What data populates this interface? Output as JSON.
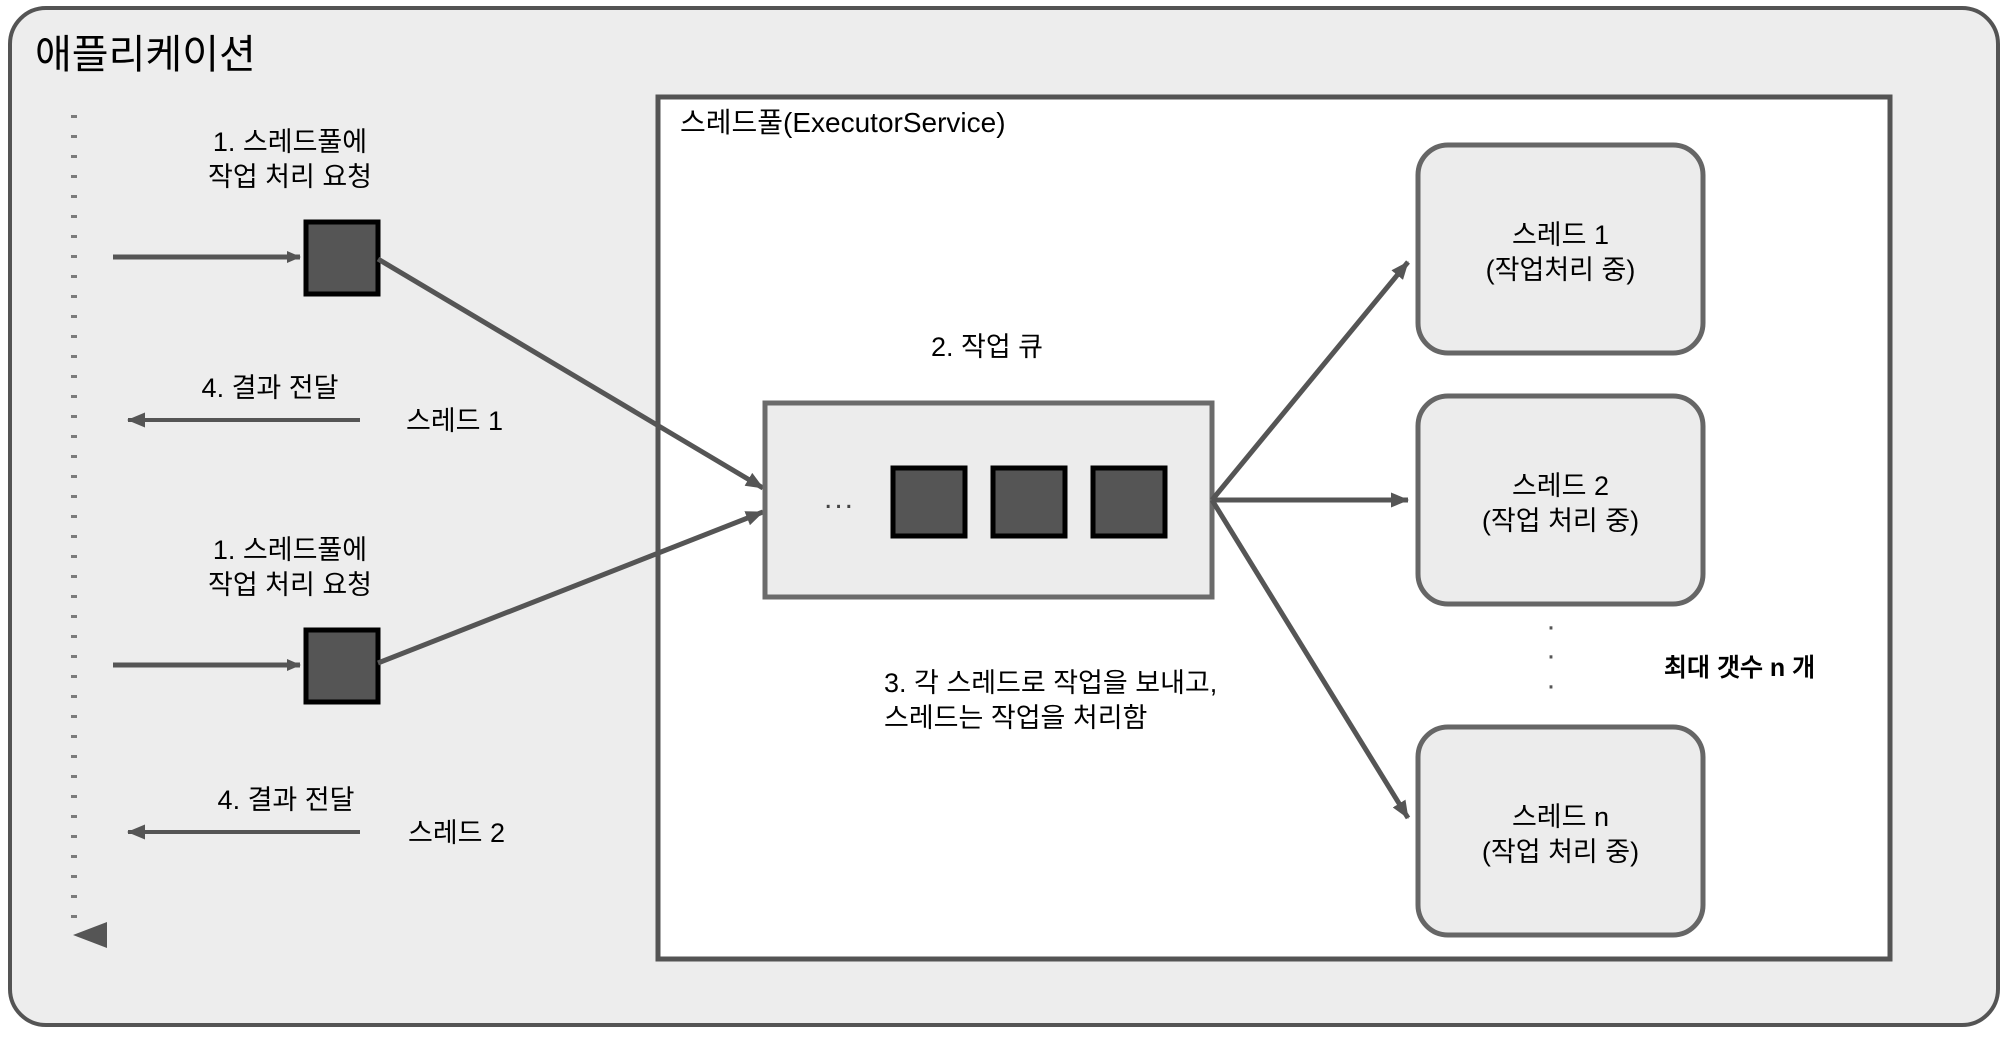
{
  "diagram": {
    "title": "애플리케이션",
    "colors": {
      "app_background": "#ededed",
      "app_border": "#545454",
      "pool_background": "#ffffff",
      "pool_border": "#545454",
      "queue_background": "#ececec",
      "queue_border": "#6b6b6b",
      "task_block_fill": "#555555",
      "task_block_border": "#000000",
      "thread_fill": "#ececec",
      "thread_border": "#666666",
      "arrow_color": "#555555",
      "text_color": "#000000"
    },
    "pool": {
      "title": "스레드풀(ExecutorService)"
    },
    "queue": {
      "caption": "2. 작업 큐",
      "leading_ellipsis": "...",
      "task_count": 3,
      "note": "3. 각 스레드로 작업을 보내고,\n스레드는 작업을 처리함"
    },
    "clients": [
      {
        "request_label": "1. 스레드풀에\n작업 처리 요청",
        "response_label": "4. 결과 전달",
        "response_source": "스레드 1"
      },
      {
        "request_label": "1. 스레드풀에\n작업 처리 요청",
        "response_label": "4. 결과 전달",
        "response_source": "스레드 2"
      }
    ],
    "threads": [
      {
        "name": "스레드 1",
        "state": "(작업처리 중)"
      },
      {
        "name": "스레드 2",
        "state": "(작업 처리 중)"
      },
      {
        "name": "스레드 n",
        "state": "(작업 처리 중)"
      }
    ],
    "thread_vertical_ellipsis": "·\n·\n·",
    "capacity_note": "최대 갯수 n 개"
  }
}
